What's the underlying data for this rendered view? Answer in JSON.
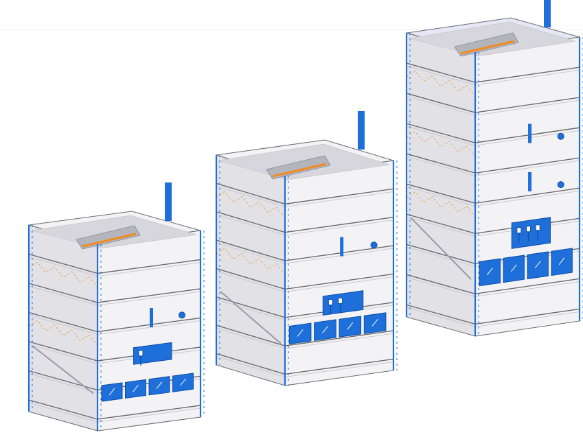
{
  "colors": {
    "panel_light": "#f3f3f5",
    "panel_mid": "#e2e2e6",
    "panel_dark": "#c8c8ce",
    "interior": "#d6d6dc",
    "interior_top": "#e6e6f4",
    "edge": "#6a6a70",
    "accent_blue": "#1e6fd9",
    "accent_blue_dark": "#0f4fa8",
    "accent_orange": "#f08a1c"
  },
  "units": [
    {
      "id": "small-unit",
      "modules": 6,
      "doors_row": 1,
      "motor_count": 1,
      "fan_count": 4
    },
    {
      "id": "medium-unit",
      "modules": 7,
      "doors_row": 1,
      "motor_count": 2,
      "fan_count": 4
    },
    {
      "id": "large-unit",
      "modules": 9,
      "doors_row": 2,
      "motor_count": 3,
      "fan_count": 4
    }
  ]
}
